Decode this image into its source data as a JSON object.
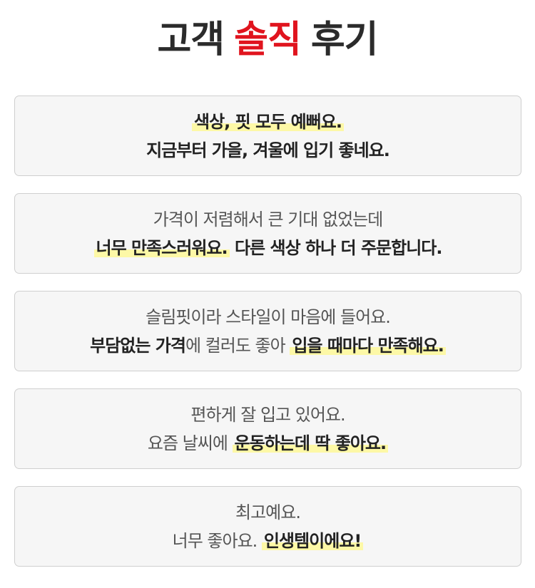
{
  "title": {
    "part1": "고객",
    "part2": "솔직",
    "part3": "후기"
  },
  "reviews": [
    {
      "l1": [
        {
          "t": "색상, 핏 모두 예뻐요.",
          "s": "bold hl"
        }
      ],
      "l2": [
        {
          "t": "지금부터 가을, 겨울에 입기 좋네요.",
          "s": "bold"
        }
      ]
    },
    {
      "l1": [
        {
          "t": "가격이 저렴해서 큰 기대 없었는데",
          "s": "light"
        }
      ],
      "l2": [
        {
          "t": "너무 만족스러워요.",
          "s": "bold hl"
        },
        {
          "t": " 다른 색상 하나 더 주문합니다.",
          "s": "bold"
        }
      ]
    },
    {
      "l1": [
        {
          "t": "슬림핏이라 스타일이 마음에 들어요.",
          "s": "light"
        }
      ],
      "l2": [
        {
          "t": "부담없는 가격",
          "s": "bold"
        },
        {
          "t": "에 컬러도 좋아 ",
          "s": "light"
        },
        {
          "t": "입을 때마다 만족해요.",
          "s": "bold hl"
        }
      ]
    },
    {
      "l1": [
        {
          "t": "편하게 잘 입고 있어요.",
          "s": "light"
        }
      ],
      "l2": [
        {
          "t": "요즘 날씨에 ",
          "s": "light"
        },
        {
          "t": "운동하는데 딱 좋아요.",
          "s": "bold hl"
        }
      ]
    },
    {
      "l1": [
        {
          "t": "최고예요.",
          "s": "light"
        }
      ],
      "l2": [
        {
          "t": "너무 좋아요. ",
          "s": "light"
        },
        {
          "t": "인생템이에요!",
          "s": "bold hl"
        }
      ]
    }
  ]
}
